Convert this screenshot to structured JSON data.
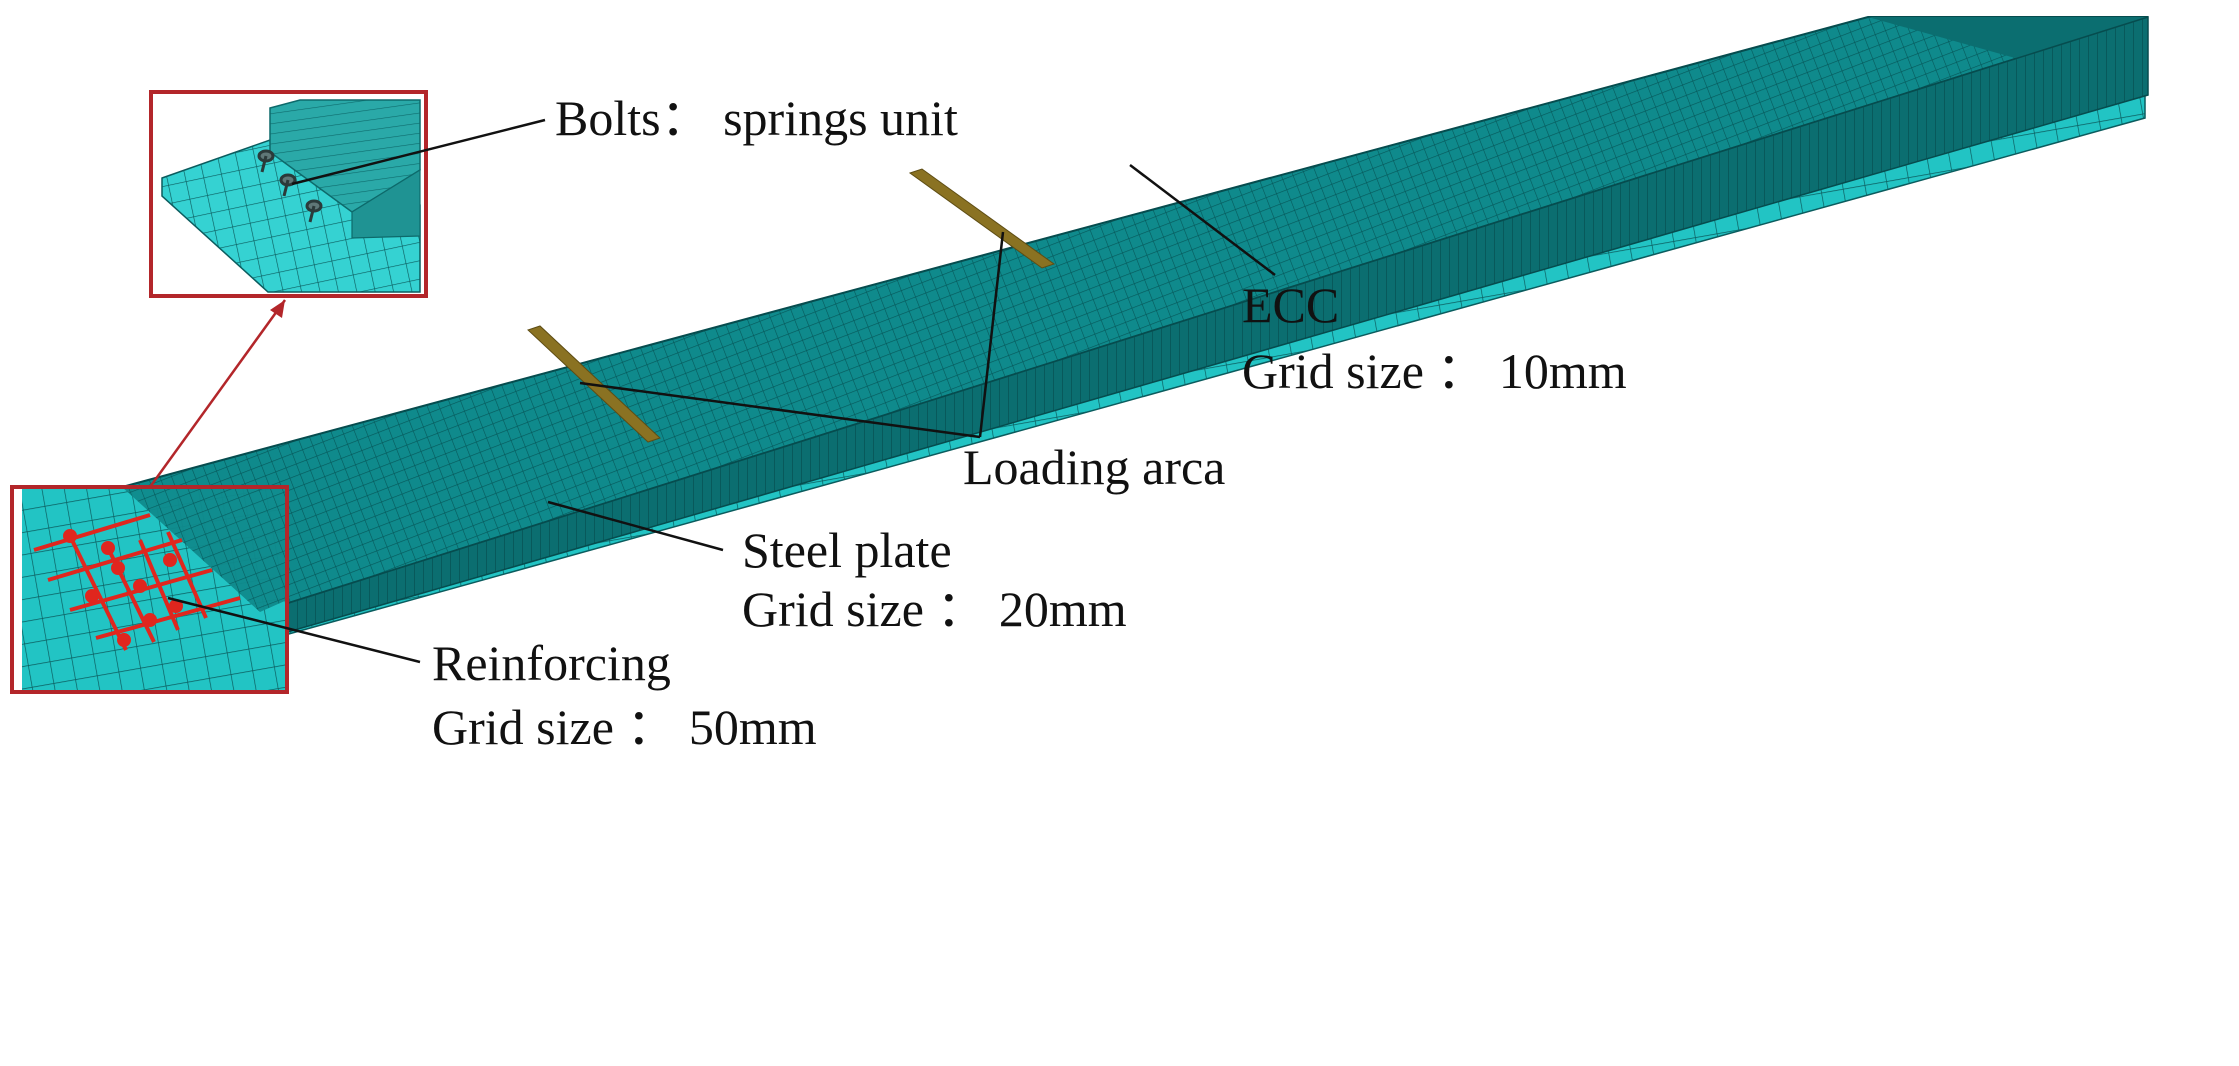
{
  "labels": {
    "bolts": "Bolts：  springs unit",
    "ecc_name": "ECC",
    "ecc_grid": "Grid size ：  10mm",
    "loading_area": "Loading arca",
    "steel_name": "Steel plate",
    "steel_grid": "Grid size ：  20mm",
    "reinf_name": "Reinforcing",
    "reinf_grid": "Grid size ：  50mm"
  },
  "colors": {
    "ecc_top": "#0f8a8c",
    "ecc_side": "#0b6e70",
    "steel": "#22c4c4",
    "steel_side": "#159e9f",
    "loading_bar": "#8a7222",
    "rebar": "#e0261e",
    "frame": "#b3262a",
    "leader": "#111111"
  }
}
